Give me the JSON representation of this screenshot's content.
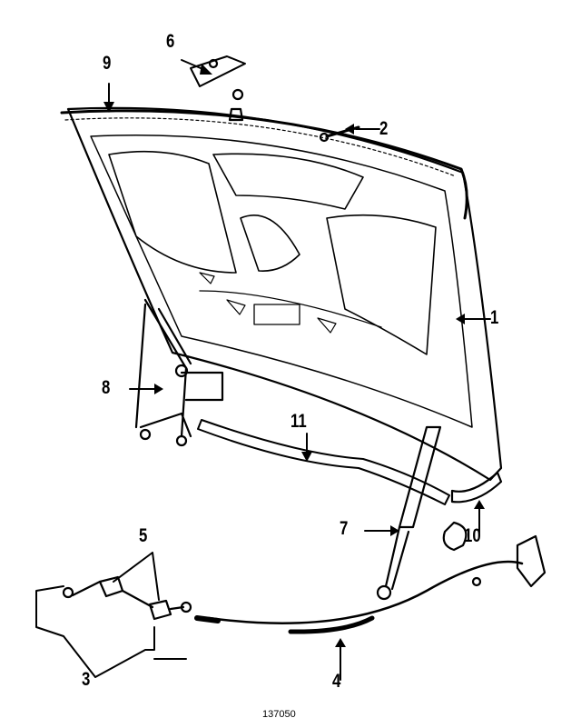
{
  "callouts": {
    "c1": "1",
    "c2": "2",
    "c3": "3",
    "c4": "4",
    "c5": "5",
    "c6": "6",
    "c7": "7",
    "c8": "8",
    "c9": "9",
    "c10": "10",
    "c11": "11"
  },
  "caption": "137050"
}
